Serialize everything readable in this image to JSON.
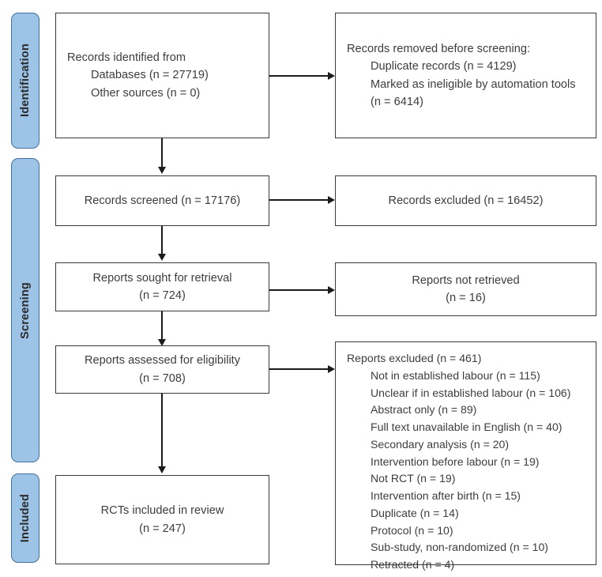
{
  "diagram": {
    "title": "PRISMA 2020 flow diagram",
    "accent_color": "#9DC3E6",
    "accent_border_color": "#41719C",
    "box_border_color": "#3a3a3a",
    "text_color": "#3d3d3d"
  },
  "phases": [
    {
      "id": "identification",
      "label": "Identification"
    },
    {
      "id": "screening",
      "label": "Screening"
    },
    {
      "id": "included",
      "label": "Included"
    }
  ],
  "boxes": {
    "identified": {
      "lines": [
        "Records identified from",
        "Databases (n = 27719)",
        "Other sources (n = 0)"
      ]
    },
    "removed_before_screening": {
      "head_prefix": "Records removed ",
      "head_emphasis": "before screening",
      "head_suffix": ":",
      "lines": [
        "Duplicate records (n = 4129)",
        "Marked as ineligible by automation tools (n = 6414)"
      ]
    },
    "records_screened": {
      "lines": [
        "Records screened (n = 17176)"
      ]
    },
    "records_excluded": {
      "lines": [
        "Records excluded (n = 16452)"
      ]
    },
    "reports_sought": {
      "lines": [
        "Reports sought for retrieval",
        "(n = 724)"
      ]
    },
    "reports_not_retrieved": {
      "lines": [
        "Reports not retrieved",
        "(n = 16)"
      ]
    },
    "reports_assessed": {
      "lines": [
        "Reports assessed for eligibility",
        "(n = 708)"
      ]
    },
    "reports_excluded": {
      "heading": "Reports excluded (n = 461)",
      "reasons": [
        "Not in established labour (n = 115)",
        "Unclear if in established labour (n = 106)",
        "Abstract only (n = 89)",
        "Full text unavailable in English (n = 40)",
        "Secondary analysis (n = 20)",
        "Intervention before labour (n = 19)",
        "Not RCT (n = 19)",
        "Intervention after birth (n = 15)",
        "Duplicate (n = 14)",
        "Protocol (n = 10)",
        "Sub-study, non-randomized (n = 10)",
        "Retracted (n = 4)"
      ]
    },
    "included_in_review": {
      "lines": [
        "RCTs included in review",
        "(n = 247)"
      ]
    }
  },
  "chart_data": {
    "type": "diagram-flow",
    "title": "PRISMA 2020 flow diagram",
    "nodes": [
      {
        "id": "identified",
        "phase": "Identification",
        "label": "Records identified from",
        "counts": {
          "Databases": 27719,
          "Other sources": 0
        }
      },
      {
        "id": "removed_before_screening",
        "phase": "Identification",
        "label": "Records removed before screening",
        "counts": {
          "Duplicate records": 4129,
          "Marked as ineligible by automation tools": 6414
        }
      },
      {
        "id": "records_screened",
        "phase": "Screening",
        "label": "Records screened",
        "n": 17176
      },
      {
        "id": "records_excluded",
        "phase": "Screening",
        "label": "Records excluded",
        "n": 16452
      },
      {
        "id": "reports_sought",
        "phase": "Screening",
        "label": "Reports sought for retrieval",
        "n": 724
      },
      {
        "id": "reports_not_retrieved",
        "phase": "Screening",
        "label": "Reports not retrieved",
        "n": 16
      },
      {
        "id": "reports_assessed",
        "phase": "Screening",
        "label": "Reports assessed for eligibility",
        "n": 708
      },
      {
        "id": "reports_excluded",
        "phase": "Screening",
        "label": "Reports excluded",
        "n": 461,
        "breakdown": {
          "Not in established labour": 115,
          "Unclear if in established labour": 106,
          "Abstract only": 89,
          "Full text unavailable in English": 40,
          "Secondary analysis": 20,
          "Intervention before labour": 19,
          "Not RCT": 19,
          "Intervention after birth": 15,
          "Duplicate": 14,
          "Protocol": 10,
          "Sub-study, non-randomized": 10,
          "Retracted": 4
        }
      },
      {
        "id": "included_in_review",
        "phase": "Included",
        "label": "RCTs included in review",
        "n": 247
      }
    ],
    "edges": [
      {
        "from": "identified",
        "to": "removed_before_screening",
        "dir": "right"
      },
      {
        "from": "identified",
        "to": "records_screened",
        "dir": "down"
      },
      {
        "from": "records_screened",
        "to": "records_excluded",
        "dir": "right"
      },
      {
        "from": "records_screened",
        "to": "reports_sought",
        "dir": "down"
      },
      {
        "from": "reports_sought",
        "to": "reports_not_retrieved",
        "dir": "right"
      },
      {
        "from": "reports_sought",
        "to": "reports_assessed",
        "dir": "down"
      },
      {
        "from": "reports_assessed",
        "to": "reports_excluded",
        "dir": "right"
      },
      {
        "from": "reports_assessed",
        "to": "included_in_review",
        "dir": "down"
      }
    ]
  }
}
